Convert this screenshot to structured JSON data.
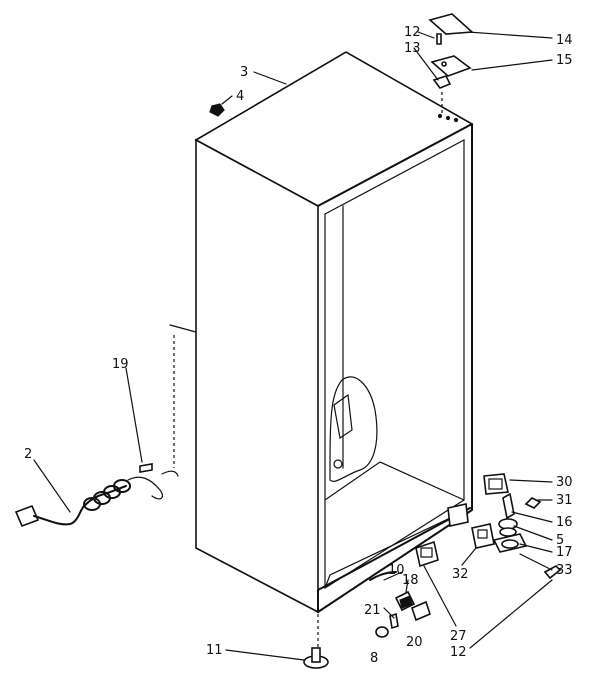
{
  "diagram": {
    "callouts": [
      {
        "id": "c12a",
        "text": "12"
      },
      {
        "id": "c13",
        "text": "13"
      },
      {
        "id": "c14",
        "text": "14"
      },
      {
        "id": "c15",
        "text": "15"
      },
      {
        "id": "c3",
        "text": "3"
      },
      {
        "id": "c4",
        "text": "4"
      },
      {
        "id": "c19",
        "text": "19"
      },
      {
        "id": "c2",
        "text": "2"
      },
      {
        "id": "c30",
        "text": "30"
      },
      {
        "id": "c31",
        "text": "31"
      },
      {
        "id": "c16",
        "text": "16"
      },
      {
        "id": "c5",
        "text": "5"
      },
      {
        "id": "c17",
        "text": "17"
      },
      {
        "id": "c33",
        "text": "33"
      },
      {
        "id": "c32",
        "text": "32"
      },
      {
        "id": "c10",
        "text": "10"
      },
      {
        "id": "c18",
        "text": "18"
      },
      {
        "id": "c21",
        "text": "21"
      },
      {
        "id": "c20",
        "text": "20"
      },
      {
        "id": "c27",
        "text": "27"
      },
      {
        "id": "c12b",
        "text": "12"
      },
      {
        "id": "c8",
        "text": "8"
      },
      {
        "id": "c11",
        "text": "11"
      }
    ]
  }
}
